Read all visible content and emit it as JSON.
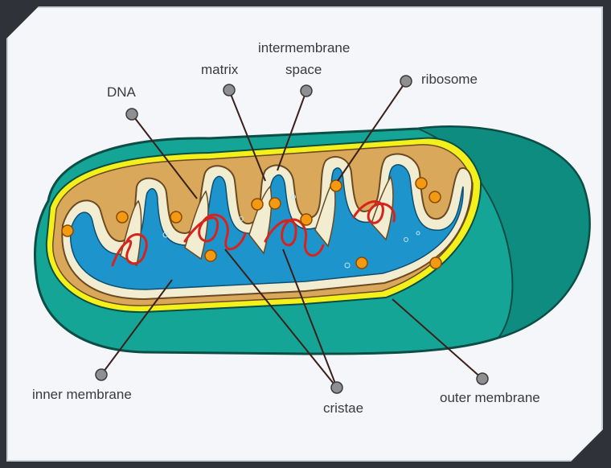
{
  "labels": {
    "dna": "DNA",
    "matrix": "matrix",
    "intermembrane_line1": "intermembrane",
    "intermembrane_line2": "space",
    "ribosome": "ribosome",
    "inner_membrane": "inner membrane",
    "cristae": "cristae",
    "outer_membrane": "outer membrane"
  },
  "colors": {
    "outer_shell": "#14a596",
    "outer_shell_dark": "#0f7f74",
    "membrane_yellow": "#f4f01a",
    "intermembrane_tan": "#d9a85a",
    "cristae_cream": "#f2ecd0",
    "matrix_blue": "#1d94cc",
    "dna_red": "#d8231d",
    "ribosome_orange": "#f49a12",
    "pointer_line": "#3a1f1a",
    "pointer_dot": "#8f8f8f"
  }
}
